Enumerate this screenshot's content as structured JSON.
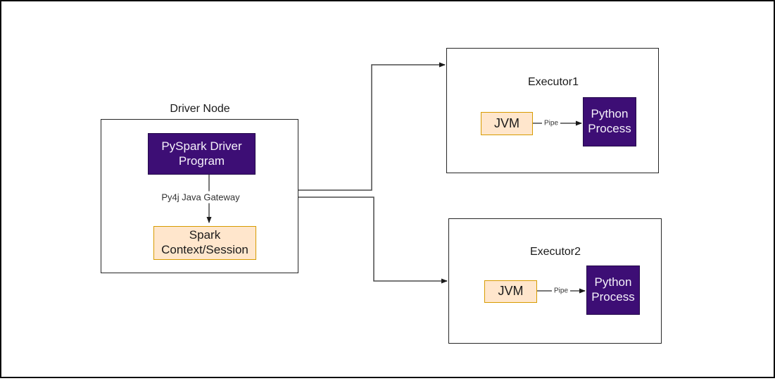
{
  "diagram": {
    "driver": {
      "title": "Driver Node",
      "program_label": "PySpark Driver Program",
      "gateway_label": "Py4j Java Gateway",
      "context_label": "Spark Context/Session"
    },
    "executors": [
      {
        "title": "Executor1",
        "jvm_label": "JVM",
        "pipe_label": "Pipe",
        "process_label": "Python Process"
      },
      {
        "title": "Executor2",
        "jvm_label": "JVM",
        "pipe_label": "Pipe",
        "process_label": "Python Process"
      }
    ],
    "colors": {
      "purple_fill": "#3d0e75",
      "purple_text": "#f5f1fa",
      "peach_fill": "#ffe6cc",
      "peach_border": "#d79b00",
      "line": "#4a4a4a",
      "box_border": "#262626"
    }
  }
}
